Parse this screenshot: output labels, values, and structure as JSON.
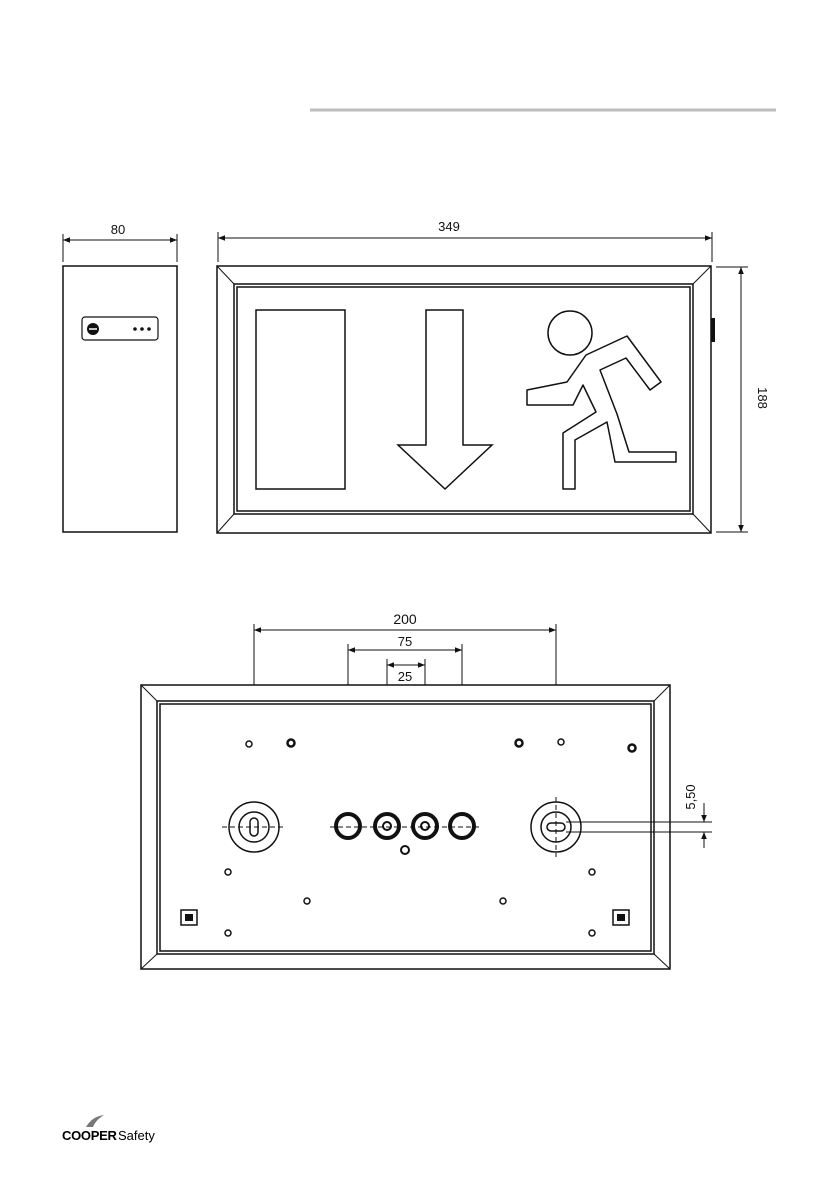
{
  "dimensions": {
    "side_width": "80",
    "front_width": "349",
    "front_height": "188",
    "rear_hole_spacing_outer": "200",
    "rear_hole_spacing_mid": "75",
    "rear_hole_spacing_inner": "25",
    "rear_offset": "5,50"
  },
  "brand": {
    "name": "COOPER",
    "suffix": "Safety"
  },
  "icons": {
    "side_view": "side-profile-icon",
    "exit_sign": "exit-sign-icon",
    "running_man": "running-man-icon",
    "arrow_down": "arrow-down-icon",
    "rear_plate": "rear-mounting-plate-icon"
  }
}
